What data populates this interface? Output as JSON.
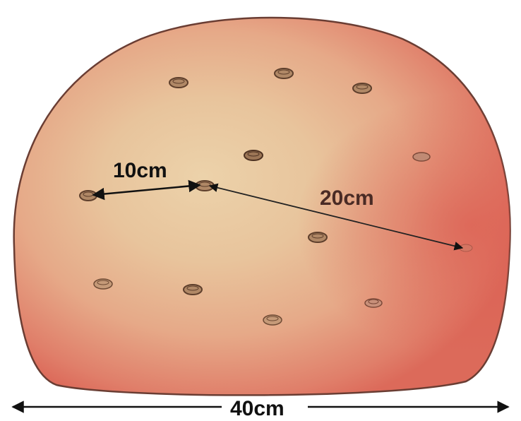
{
  "labels": {
    "distance_between_dots": "10cm",
    "radius": "20cm",
    "base_width": "40cm"
  },
  "colors": {
    "shell_center": "#e9c9a0",
    "shell_mid": "#e7b08d",
    "shell_edge": "#df6d5c",
    "outline": "#6a3d33",
    "dot_fill": "#b08866",
    "dot_stroke": "#5e3f2c",
    "arrow": "#111111",
    "radius_label": "#4a2b25"
  },
  "dot_count": 13
}
